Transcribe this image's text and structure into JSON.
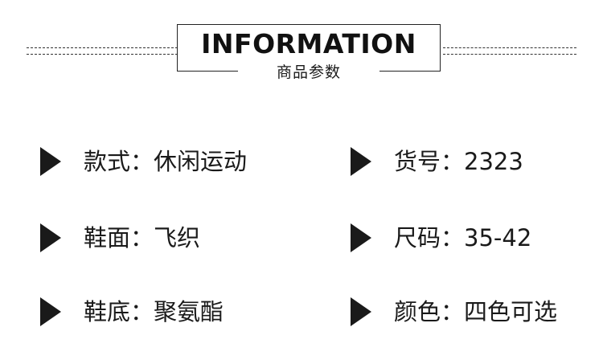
{
  "header": {
    "title": "INFORMATION",
    "subtitle": "商品参数"
  },
  "specs": [
    {
      "label": "款式：",
      "value": "休闲运动"
    },
    {
      "label": "货号：",
      "value": "2323"
    },
    {
      "label": "鞋面：",
      "value": "飞织"
    },
    {
      "label": "尺码：",
      "value": "35-42"
    },
    {
      "label": "鞋底：",
      "value": "聚氨酯"
    },
    {
      "label": "颜色：",
      "value": "四色可选"
    }
  ],
  "icons": {
    "bullet": "triangle-right-icon"
  },
  "colors": {
    "text": "#1a1a1a",
    "background": "#ffffff"
  }
}
